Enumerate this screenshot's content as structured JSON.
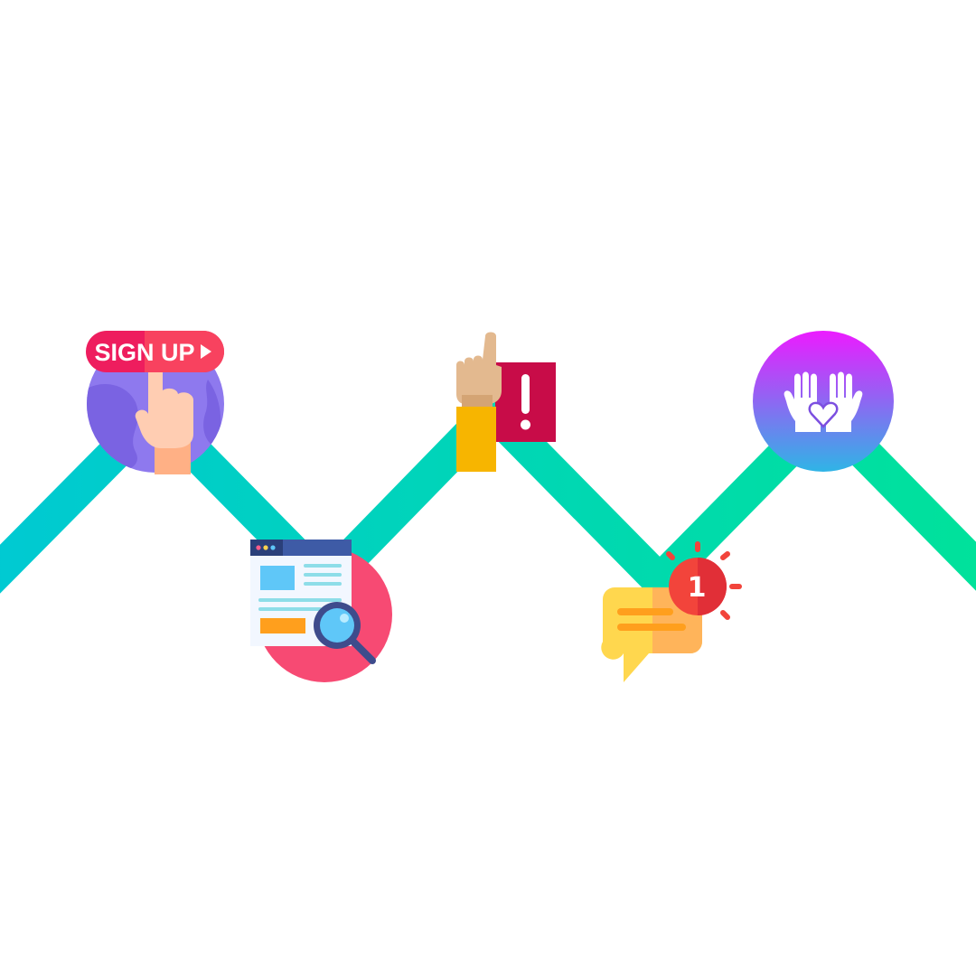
{
  "journey": {
    "path_gradient": [
      "#00c9d3",
      "#00e29a"
    ],
    "steps": [
      {
        "id": "signup",
        "icon": "globe-signup-hand-icon",
        "button_label": "SIGN UP",
        "colors": {
          "circle": "#8e79ee",
          "button": "#ee1d5e",
          "button_right": "#f8425f",
          "skin": "#ffcdb2"
        }
      },
      {
        "id": "research",
        "icon": "web-page-magnifier-icon",
        "colors": {
          "circle": "#f74a73",
          "header": "#3e5ba6",
          "glass": "#5fc7f8",
          "bar": "#ff9f1d"
        }
      },
      {
        "id": "alert",
        "icon": "raised-hand-exclamation-icon",
        "glyph": "!",
        "colors": {
          "sign": "#c80c48",
          "sleeve": "#f7b500",
          "skin": "#e3b98f"
        }
      },
      {
        "id": "notification",
        "icon": "chat-bubble-notification-icon",
        "badge": "1",
        "colors": {
          "bubble": "#ffd74e",
          "bubble_shade": "#ffb45a",
          "badge": "#f2443b"
        }
      },
      {
        "id": "care",
        "icon": "open-hands-heart-icon",
        "colors": {
          "gradient_top": "#ec1bff",
          "gradient_bottom": "#2fb4e6",
          "hands": "#ffffff"
        }
      }
    ]
  }
}
